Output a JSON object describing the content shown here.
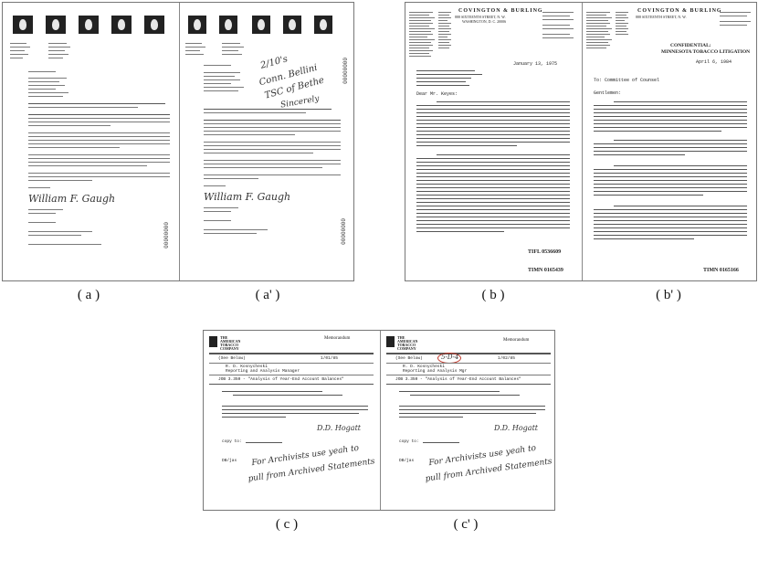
{
  "captions": {
    "a": "( a )",
    "a_prime": "( a' )",
    "b": "( b )",
    "b_prime": "( b' )",
    "c": "( c )",
    "c_prime": "( c' )"
  },
  "doc_b": {
    "firm": "COVINGTON & BURLING",
    "address": "888 SIXTEENTH STREET, N. W.",
    "city": "WASHINGTON, D. C. 20006",
    "date": "January 13, 1975",
    "salutation": "Dear Mr. Keyes:",
    "stamp": "TIFL 0536609",
    "footer": "TIMN 0165439"
  },
  "doc_b_prime": {
    "firm": "COVINGTON & BURLING",
    "address": "888 SIXTEENTH STREET, N. W.",
    "confidential": "CONFIDENTIAL:",
    "litigation": "MINNESOTA TOBACCO LITIGATION",
    "date": "April 6, 1984",
    "to": "To:   Committee of Counsel",
    "salutation": "Gentlemen:",
    "footer": "TIMN 0165166"
  },
  "doc_c": {
    "company_line1": "THE",
    "company_line2": "AMERICAN",
    "company_line3": "TOBACCO",
    "company_line4": "COMPANY",
    "header": "Memorandum",
    "from_label": "(See Below)",
    "date": "1/01/85",
    "name": "R. D. Kosnycheski",
    "title": "Reporting and Analysis Manager",
    "subject": "JOB 3.350 - \"Analysis of Year-End Account Balances\"",
    "cc_label": "copy to:",
    "initials": "DB/jas"
  },
  "doc_c_prime": {
    "header": "Memorandum",
    "handwritten_date": "5-D-4",
    "from_label": "(See Below)",
    "date": "1/02/85",
    "name": "R. D. Kosnycheski",
    "title": "Reporting and Analysis Mgr",
    "subject": "JOB 3.350 - \"Analysis of Year-End Account Balances\"",
    "cc_label": "copy to:",
    "initials": "DB/jas"
  }
}
